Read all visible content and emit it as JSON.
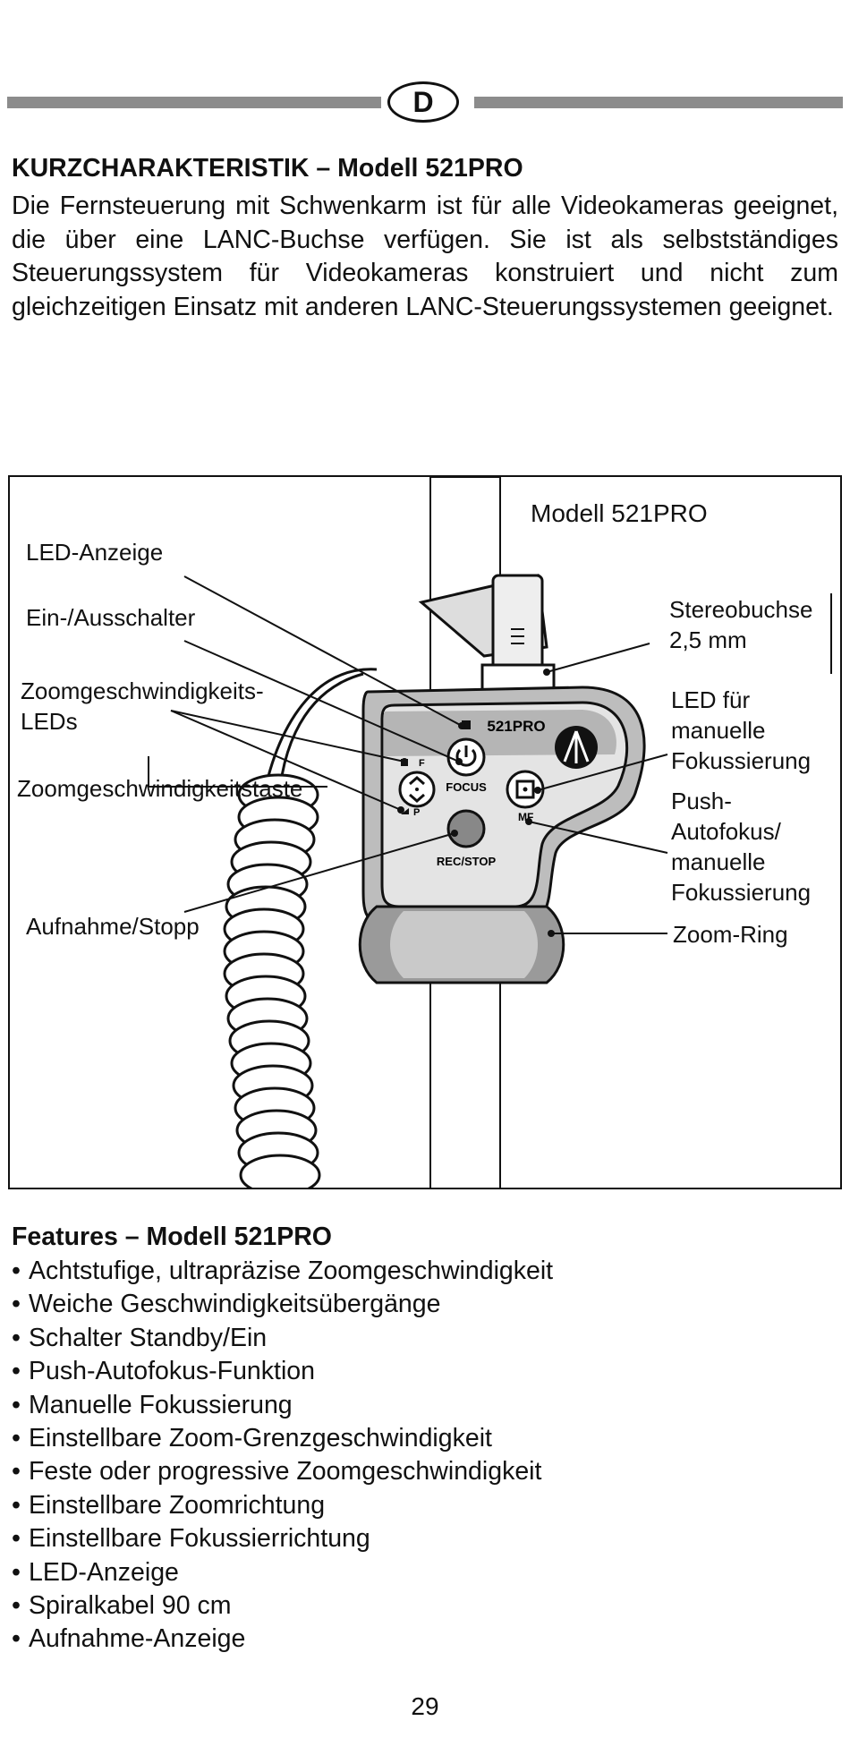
{
  "header": {
    "badge": "D"
  },
  "intro": {
    "title": "KURZCHARAKTERISTIK – Modell 521PRO",
    "text": "Die Fernsteuerung mit Schwenkarm ist für alle Videokameras geeignet, die über eine LANC-Buchse verfügen. Sie ist als selbstständiges Steuerungssystem für Videokameras konstruiert und nicht zum gleichzeitigen Einsatz mit anderen LANC-Steuerungssystemen geeignet."
  },
  "figure": {
    "model_label": "Modell 521PRO",
    "labels": {
      "led": "LED-Anzeige",
      "power": "Ein-/Ausschalter",
      "zoom_leds_1": "Zoomgeschwindigkeits-",
      "zoom_leds_2": "LEDs",
      "zoom_key": "Zoomgeschwindigkeitstaste",
      "rec": "Aufnahme/Stopp",
      "stereo_1": "Stereobuchse",
      "stereo_2": "2,5 mm",
      "led_mf_1": "LED für",
      "led_mf_2": "manuelle",
      "led_mf_3": "Fokussierung",
      "push_1": "Push-",
      "push_2": "Autofokus/",
      "push_3": "manuelle",
      "push_4": "Fokussierung",
      "zoom_ring": "Zoom-Ring"
    },
    "device_text": {
      "model": "521PRO",
      "focus": "FOCUS",
      "rec_stop": "REC/STOP",
      "mf": "MF",
      "f": "F",
      "p": "P"
    }
  },
  "features": {
    "title": "Features – Modell 521PRO",
    "items": [
      "Achtstufige, ultrapräzise Zoomgeschwindigkeit",
      "Weiche Geschwindigkeitsübergänge",
      "Schalter Standby/Ein",
      "Push-Autofokus-Funktion",
      "Manuelle Fokussierung",
      "Einstellbare Zoom-Grenzgeschwindigkeit",
      "Feste oder progressive Zoomgeschwindigkeit",
      "Einstellbare Zoomrichtung",
      "Einstellbare Fokussierrichtung",
      "LED-Anzeige",
      "Spiralkabel 90 cm",
      "Aufnahme-Anzeige"
    ]
  },
  "page_number": "29"
}
